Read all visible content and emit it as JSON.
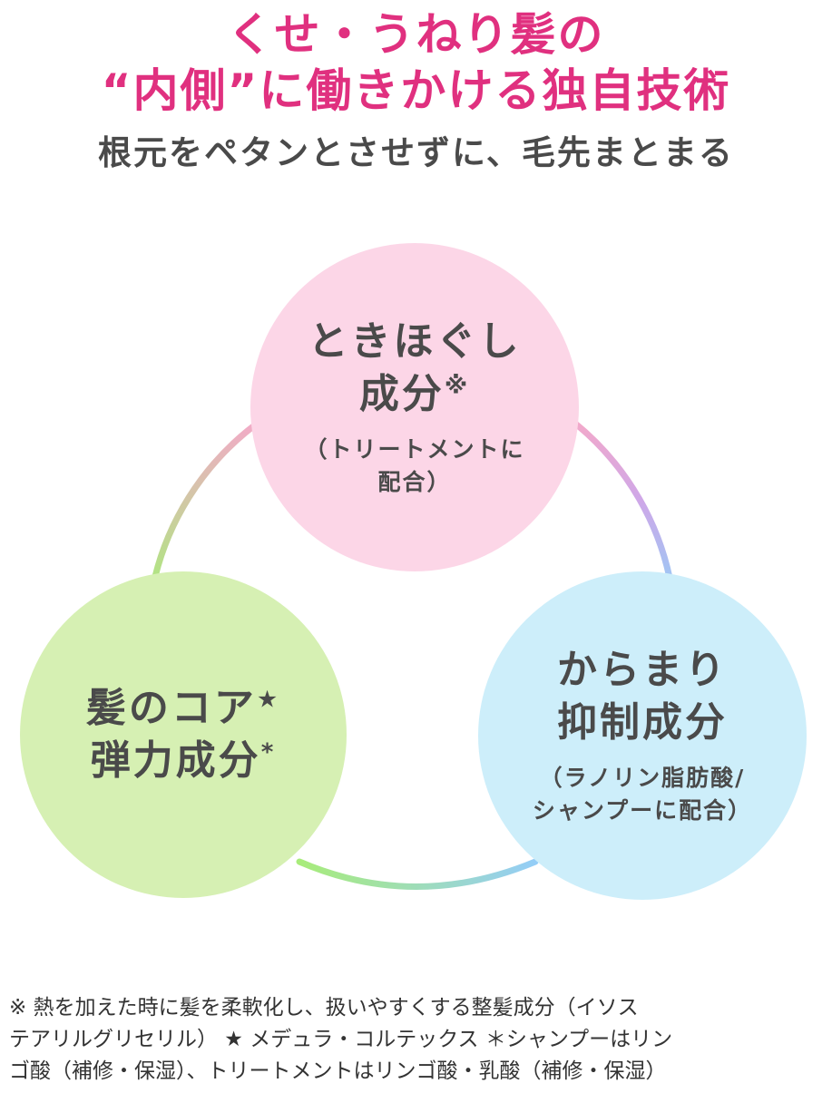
{
  "header": {
    "title_line1": "くせ・うねり髪の",
    "title_line2": "“内側”に働きかける独自技術",
    "subtitle": "根元をペタンとさせずに、毛先まとまる"
  },
  "circles": {
    "top": {
      "line1": "ときほぐし",
      "line2": "成分",
      "mark": "※",
      "note_line1": "（トリートメントに",
      "note_line2": "配合）"
    },
    "left": {
      "line1": "髪のコア",
      "mark1": "★",
      "line2": "弾力成分",
      "mark2": "*"
    },
    "right": {
      "line1": "からまり",
      "line2": "抑制成分",
      "note_line1": "（ラノリン脂肪酸/",
      "note_line2": "シャンプーに配合）"
    }
  },
  "colors": {
    "title": "#e0307f",
    "text": "#4a4a4a",
    "circle_top": "#fcd6e7",
    "circle_left": "#d6f0b3",
    "circle_right": "#cdeefa",
    "ring_pink": "#f4a9c9",
    "ring_green": "#a8ec7a",
    "ring_blue": "#94cdf7",
    "ring_purple": "#cfa7e8"
  },
  "footnote": {
    "line1": "※ 熱を加えた時に髪を柔軟化し、扱いやすくする整髪成分（イソス",
    "line2": "テアリルグリセリル） ★ メデュラ・コルテックス ＊シャンプーはリン",
    "line3": "ゴ酸（補修・保湿）、トリートメントはリンゴ酸・乳酸（補修・保湿）"
  }
}
